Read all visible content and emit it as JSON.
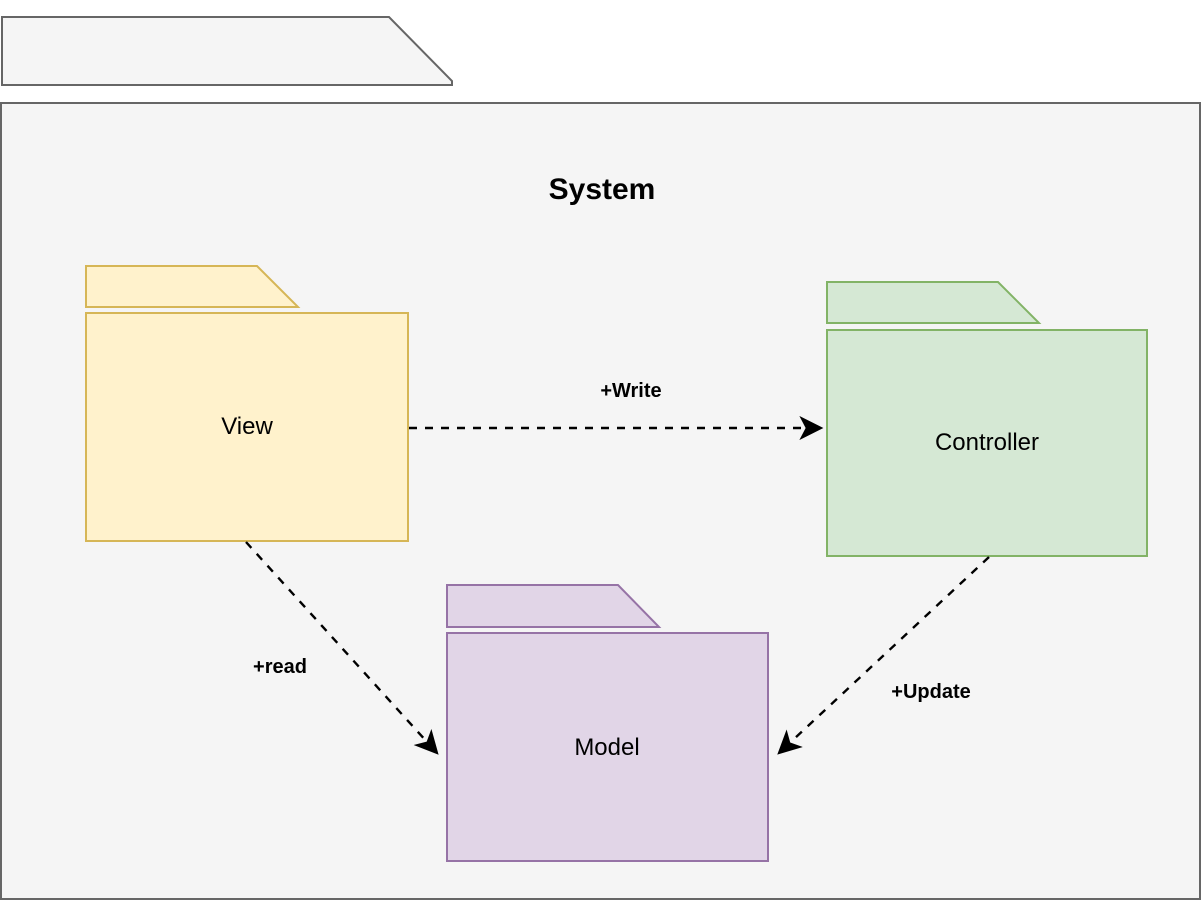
{
  "diagram": {
    "type": "uml-package-diagram",
    "background": "#ffffff",
    "text_color": "#000000",
    "frame": {
      "title": "System",
      "fill": "#f5f5f5",
      "stroke": "#666666"
    },
    "packages": [
      {
        "label": "View",
        "fill": "#fff2cc",
        "stroke": "#d6b656"
      },
      {
        "label": "Controller",
        "fill": "#d5e8d4",
        "stroke": "#82b366"
      },
      {
        "label": "Model",
        "fill": "#e1d5e7",
        "stroke": "#9673a6"
      }
    ],
    "edges": [
      {
        "from": "View",
        "to": "Controller",
        "label": "+Write",
        "line_style": "dashed",
        "color": "#000000"
      },
      {
        "from": "View",
        "to": "Model",
        "label": "+read",
        "line_style": "dashed",
        "color": "#000000"
      },
      {
        "from": "Controller",
        "to": "Model",
        "label": "+Update",
        "line_style": "dashed",
        "color": "#000000"
      }
    ]
  }
}
